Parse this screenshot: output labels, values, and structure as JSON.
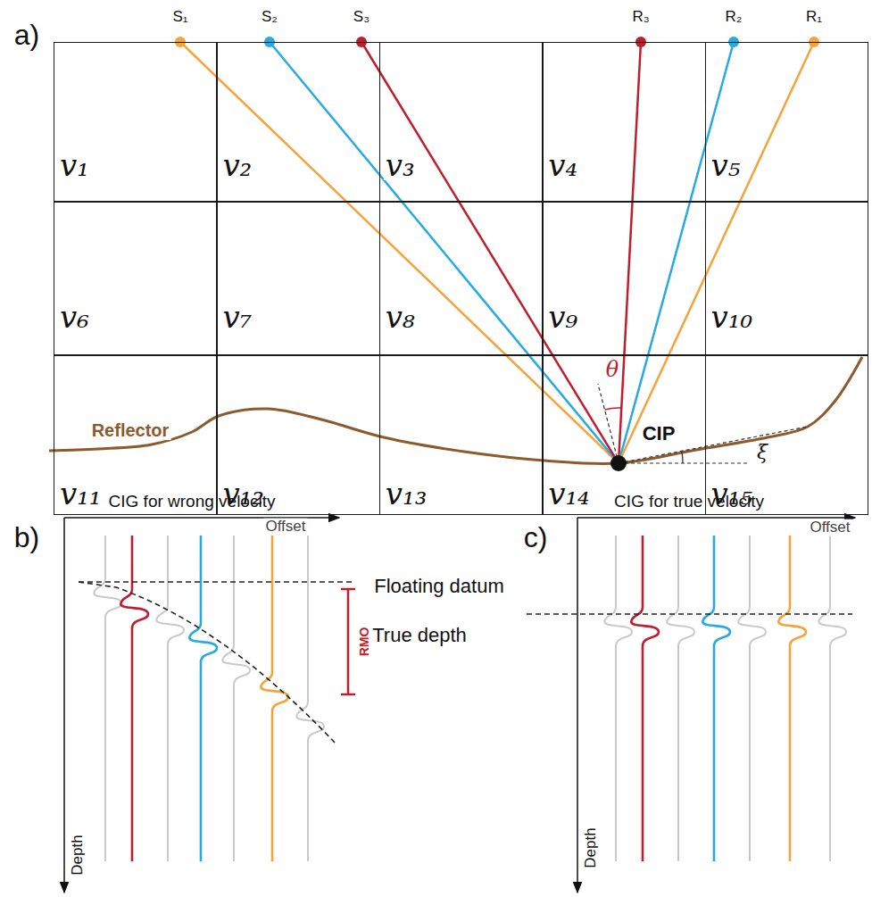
{
  "diagram": {
    "nodes": [
      {
        "text": [
          "v₁"
        ]
      },
      {
        "text": [
          "v₂"
        ]
      },
      {
        "text": [
          "v₃"
        ]
      },
      {
        "text": [
          "v₄"
        ]
      },
      {
        "text": [
          "v₅"
        ]
      },
      {
        "text": [
          "v₆"
        ]
      },
      {
        "text": [
          "v₇"
        ]
      },
      {
        "text": [
          "v₈"
        ]
      },
      {
        "text": [
          "v₉"
        ]
      },
      {
        "text": [
          "v₁₀"
        ]
      },
      {
        "text": [
          "v₁₁"
        ]
      },
      {
        "text": [
          "v₁₂"
        ]
      },
      {
        "text": [
          "v₁₃"
        ]
      },
      {
        "text": [
          "v₁₄"
        ]
      },
      {
        "text": [
          "v₁₅"
        ]
      }
    ],
    "labels": [
      "a)",
      "S₁",
      "S₂",
      "S₃",
      "R₃",
      "R₂",
      "R₁",
      "Reflector",
      "θ",
      "CIP",
      "ξ",
      "b)",
      "CIG for wrong velocity",
      "Offset",
      "Floating datum",
      "RMO",
      "Depth",
      "c)",
      "CIG for true velocity",
      "Offset",
      "True depth",
      "Depth"
    ]
  }
}
